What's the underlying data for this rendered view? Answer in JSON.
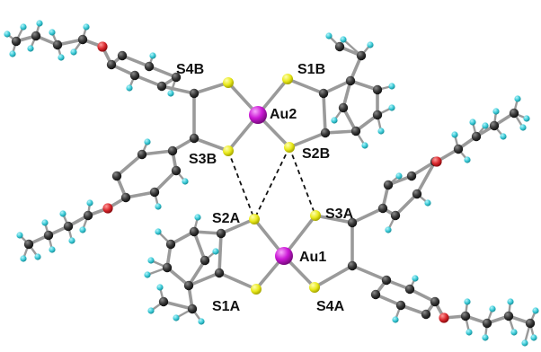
{
  "labels": {
    "s4b": "S4B",
    "s1b": "S1B",
    "au2": "Au2",
    "s3b": "S3B",
    "s2b": "S2B",
    "s2a": "S2A",
    "s3a": "S3A",
    "au1": "Au1",
    "s1a": "S1A",
    "s4a": "S4A"
  },
  "colors": {
    "gold": "#cc19d6",
    "sulfur": "#e8e81a",
    "carbon": "#2b2b2b",
    "hydrogen": "#39c9d6",
    "oxygen": "#d8252a",
    "bond": "#9a9a9a",
    "contact": "#111111",
    "label": "#111111"
  }
}
